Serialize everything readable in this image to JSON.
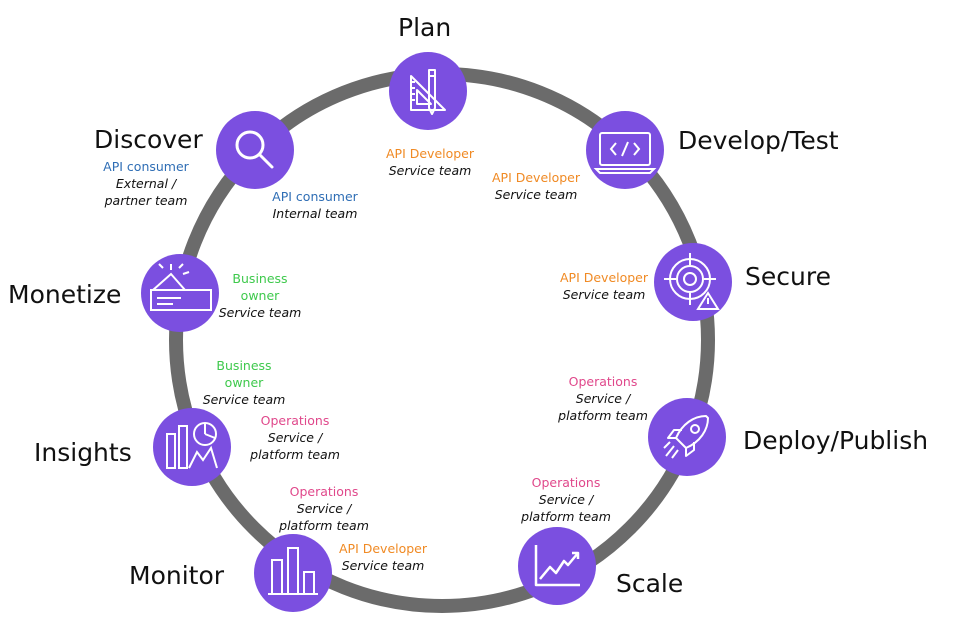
{
  "colors": {
    "node_fill": "#7b4fe0",
    "ring": "#6b6b6b",
    "api_developer": "#f08a24",
    "api_consumer": "#2f6eb5",
    "business_owner": "#3ec94c",
    "operations": "#e0488b"
  },
  "stages": [
    {
      "id": "plan",
      "label": "Plan",
      "icon": "ruler-pencil-icon"
    },
    {
      "id": "develop",
      "label": "Develop/Test",
      "icon": "code-window-icon"
    },
    {
      "id": "secure",
      "label": "Secure",
      "icon": "target-warning-icon"
    },
    {
      "id": "deploy",
      "label": "Deploy/Publish",
      "icon": "rocket-icon"
    },
    {
      "id": "scale",
      "label": "Scale",
      "icon": "trend-chart-icon"
    },
    {
      "id": "monitor",
      "label": "Monitor",
      "icon": "bar-chart-icon"
    },
    {
      "id": "insights",
      "label": "Insights",
      "icon": "analytics-icon"
    },
    {
      "id": "monetize",
      "label": "Monetize",
      "icon": "card-spark-icon"
    },
    {
      "id": "discover",
      "label": "Discover",
      "icon": "search-icon"
    }
  ],
  "roles": [
    {
      "id": "plan",
      "role": "API Developer",
      "team": "Service team"
    },
    {
      "id": "develop",
      "role": "API Developer",
      "team": "Service team"
    },
    {
      "id": "secure",
      "role": "API Developer",
      "team": "Service team"
    },
    {
      "id": "deploy",
      "role": "Operations",
      "team": "Service /",
      "team2": "platform team"
    },
    {
      "id": "scale",
      "role": "Operations",
      "team": "Service /",
      "team2": "platform team"
    },
    {
      "id": "monitor_dev",
      "role": "API Developer",
      "team": "Service team"
    },
    {
      "id": "monitor_ops",
      "role": "Operations",
      "team": "Service /",
      "team2": "platform team"
    },
    {
      "id": "insights_ops",
      "role": "Operations",
      "team": "Service /",
      "team2": "platform team"
    },
    {
      "id": "insights_biz",
      "role": "Business",
      "role2": "owner",
      "team": "Service team"
    },
    {
      "id": "monetize",
      "role": "Business",
      "role2": "owner",
      "team": "Service team"
    },
    {
      "id": "discover_internal",
      "role": "API consumer",
      "team": "Internal team"
    },
    {
      "id": "discover_external",
      "role": "API consumer",
      "team": "External /",
      "team2": "partner team"
    }
  ]
}
